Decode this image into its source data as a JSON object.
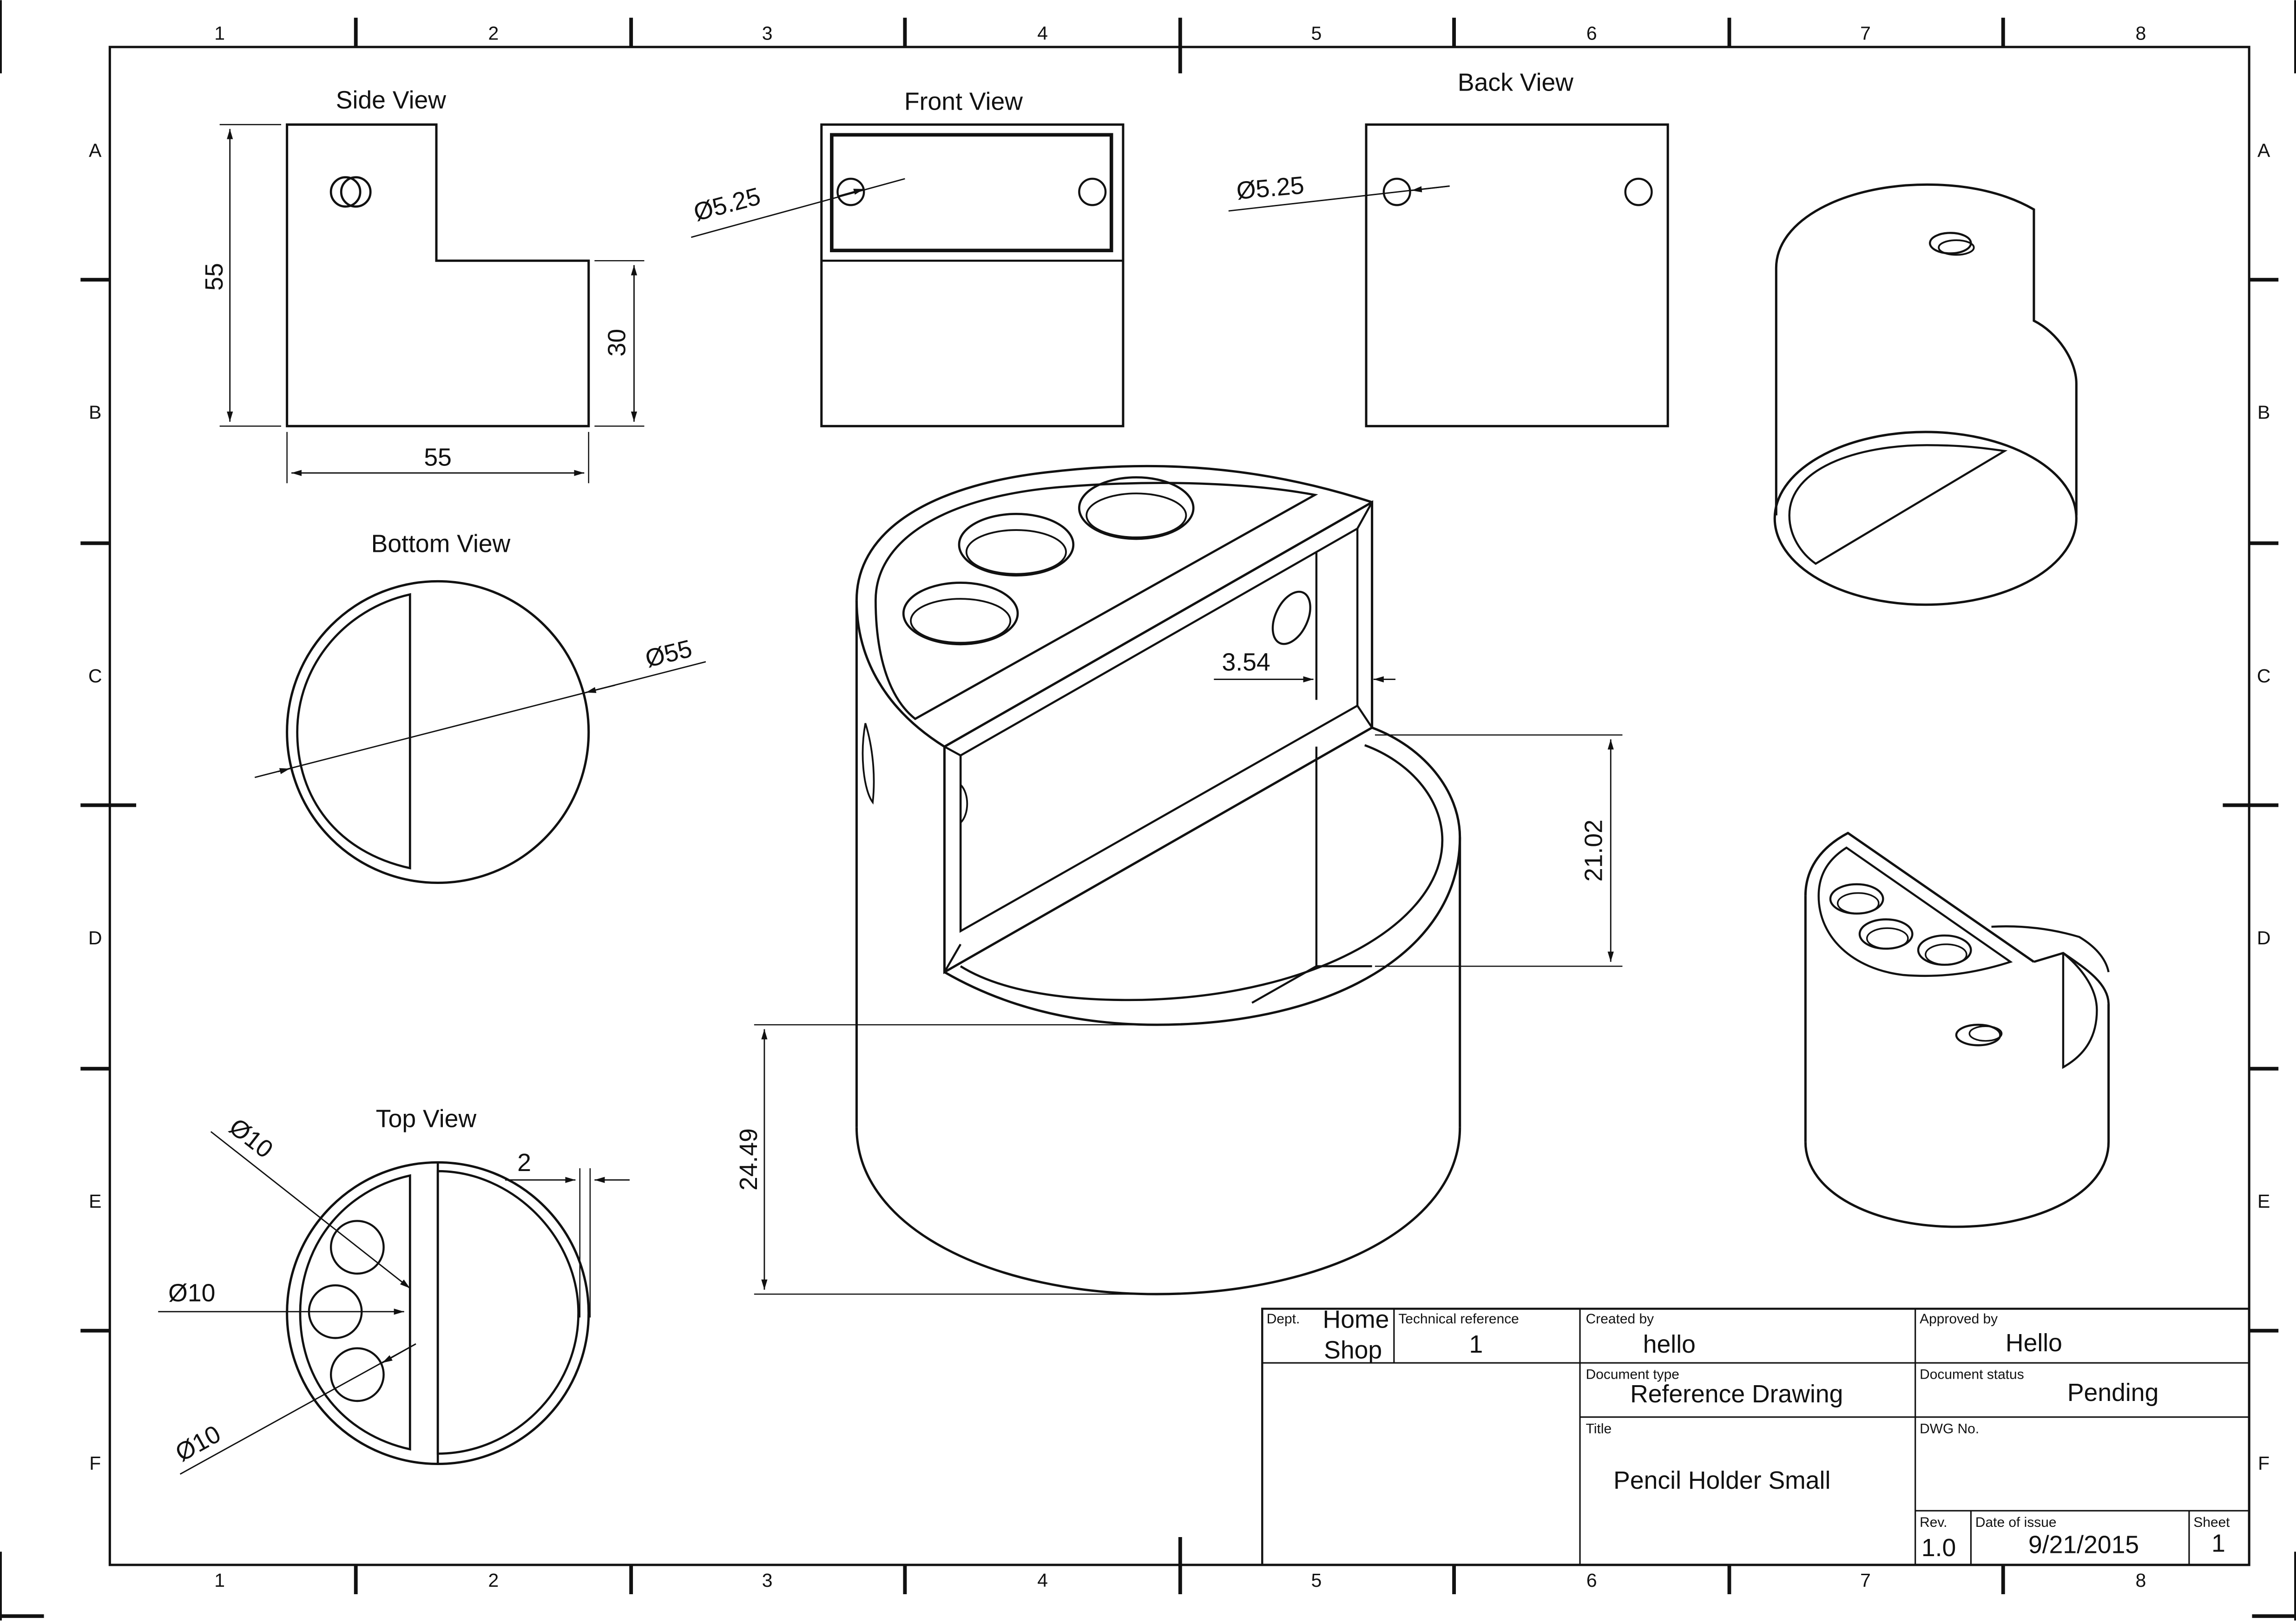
{
  "grid": {
    "cols": [
      "1",
      "2",
      "3",
      "4",
      "5",
      "6",
      "7",
      "8"
    ],
    "rows": [
      "A",
      "B",
      "C",
      "D",
      "E",
      "F"
    ]
  },
  "views": {
    "side": "Side View",
    "front": "Front View",
    "back": "Back View",
    "bottom": "Bottom View",
    "top": "Top View"
  },
  "dims": {
    "side_height": "55",
    "side_width": "55",
    "side_step": "30",
    "front_hole": "Ø5.25",
    "back_hole": "Ø5.25",
    "bottom_dia": "Ø55",
    "top_hole_1": "Ø10",
    "top_hole_2": "Ø10",
    "top_hole_3": "Ø10",
    "top_wall": "2",
    "iso_wall": "3.54",
    "iso_height_upper": "21.02",
    "iso_height_lower": "24.49"
  },
  "title_block": {
    "dept_label": "Dept.",
    "dept_line1": "Home",
    "dept_line2": "Shop",
    "tech_ref_label": "Technical  reference",
    "tech_ref": "1",
    "created_label": "Created  by",
    "created": "hello",
    "approved_label": "Approved  by",
    "approved": "Hello",
    "doc_type_label": "Document  type",
    "doc_type": "Reference Drawing",
    "doc_status_label": "Document  status",
    "doc_status": "Pending",
    "title_label": "Title",
    "title": "Pencil Holder Small",
    "dwg_label": "DWG  No.",
    "rev_label": "Rev.",
    "rev": "1.0",
    "date_label": "Date  of  issue",
    "date": "9/21/2015",
    "sheet_label": "Sheet",
    "sheet": "1"
  }
}
